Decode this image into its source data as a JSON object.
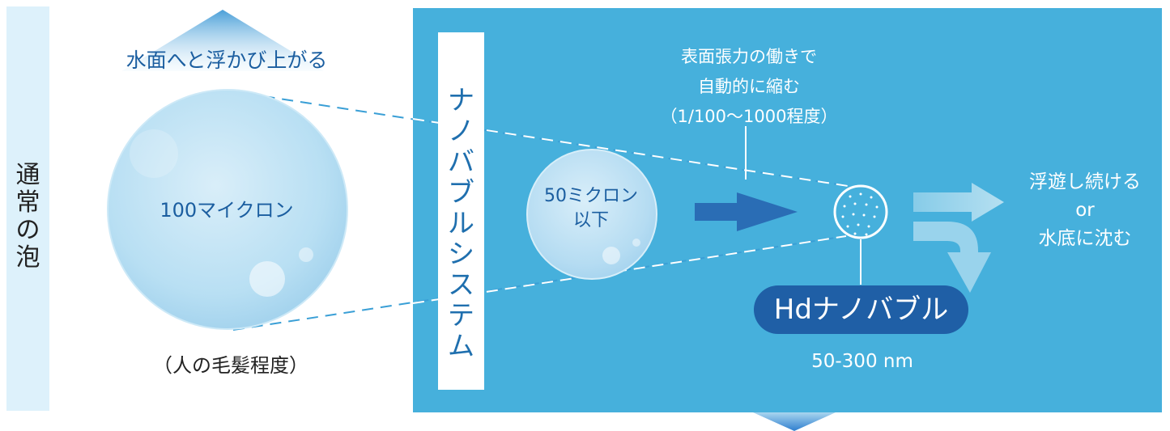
{
  "left_section": {
    "side_label": [
      "通",
      "常",
      "の",
      "泡"
    ],
    "rise_label": "水面へと浮かび上がる",
    "bubble_label": "100マイクロン",
    "caption": "（人の毛髪程度）"
  },
  "right_section": {
    "vertical_title": [
      "ナ",
      "ノ",
      "バ",
      "ブ",
      "ル",
      "シ",
      "ス",
      "テ",
      "ム"
    ],
    "note_lines": [
      "表面張力の働きで",
      "自動的に縮む",
      "（1/100～1000程度）"
    ],
    "small_bubble_label": [
      "50ミクロン",
      "以下"
    ],
    "result_lines": [
      "浮遊し続ける",
      "or",
      "水底に沈む"
    ],
    "product_name": "Hdナノバブル",
    "size_range": "50-300 nm"
  },
  "colors": {
    "panel": "#46b0dc",
    "side_strip": "#ddf1fb",
    "dark_blue": "#1f5fa6",
    "text_blue": "#1b5ea0"
  }
}
